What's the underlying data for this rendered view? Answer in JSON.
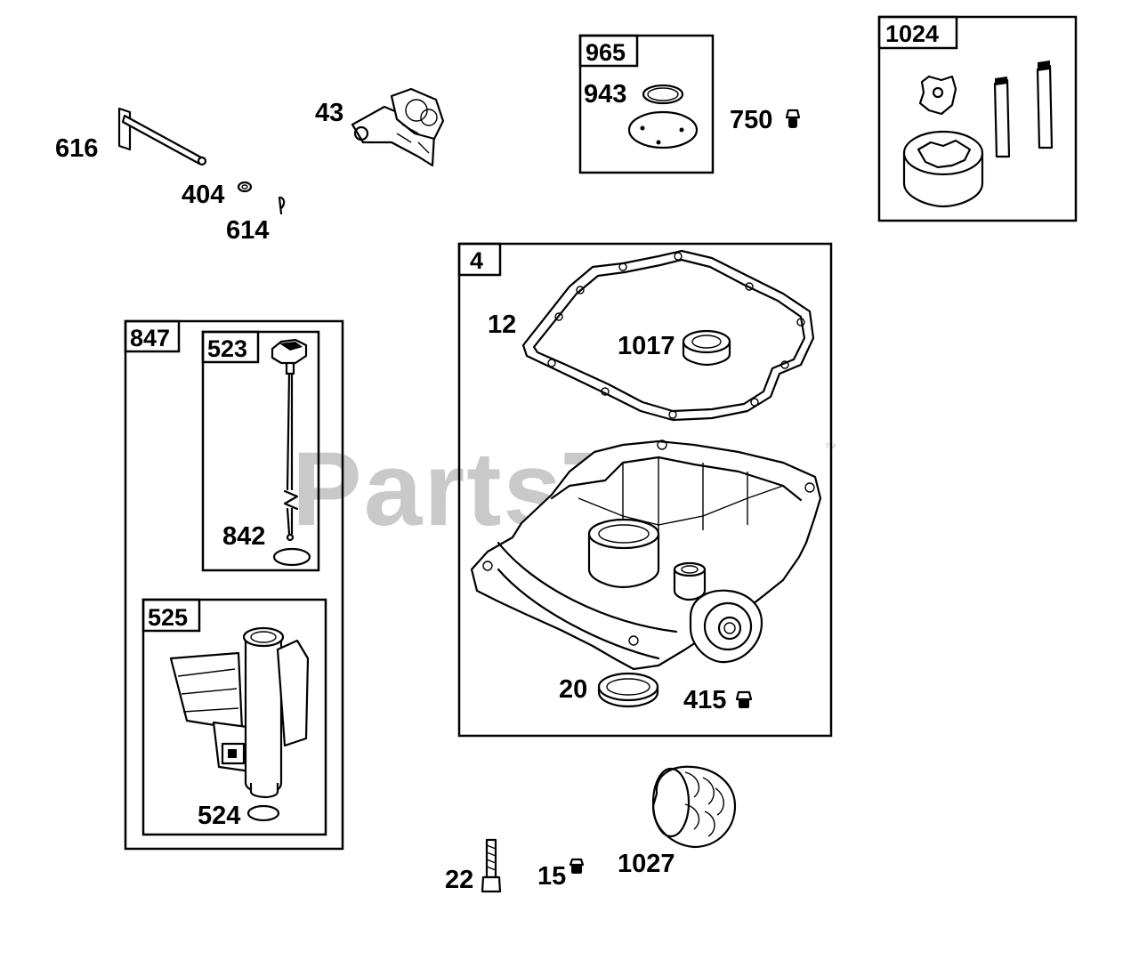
{
  "watermark": {
    "text": "PartsTree",
    "trademark": "™"
  },
  "callouts": {
    "p616": "616",
    "p404": "404",
    "p614": "614",
    "p43": "43",
    "p943": "943",
    "p750": "750",
    "p12": "12",
    "p1017": "1017",
    "p842": "842",
    "p524": "524",
    "p20": "20",
    "p415": "415",
    "p22": "22",
    "p15": "15",
    "p1027": "1027"
  },
  "kit_tags": {
    "k965": "965",
    "k1024": "1024",
    "k4": "4",
    "k847": "847",
    "k523": "523",
    "k525": "525"
  }
}
